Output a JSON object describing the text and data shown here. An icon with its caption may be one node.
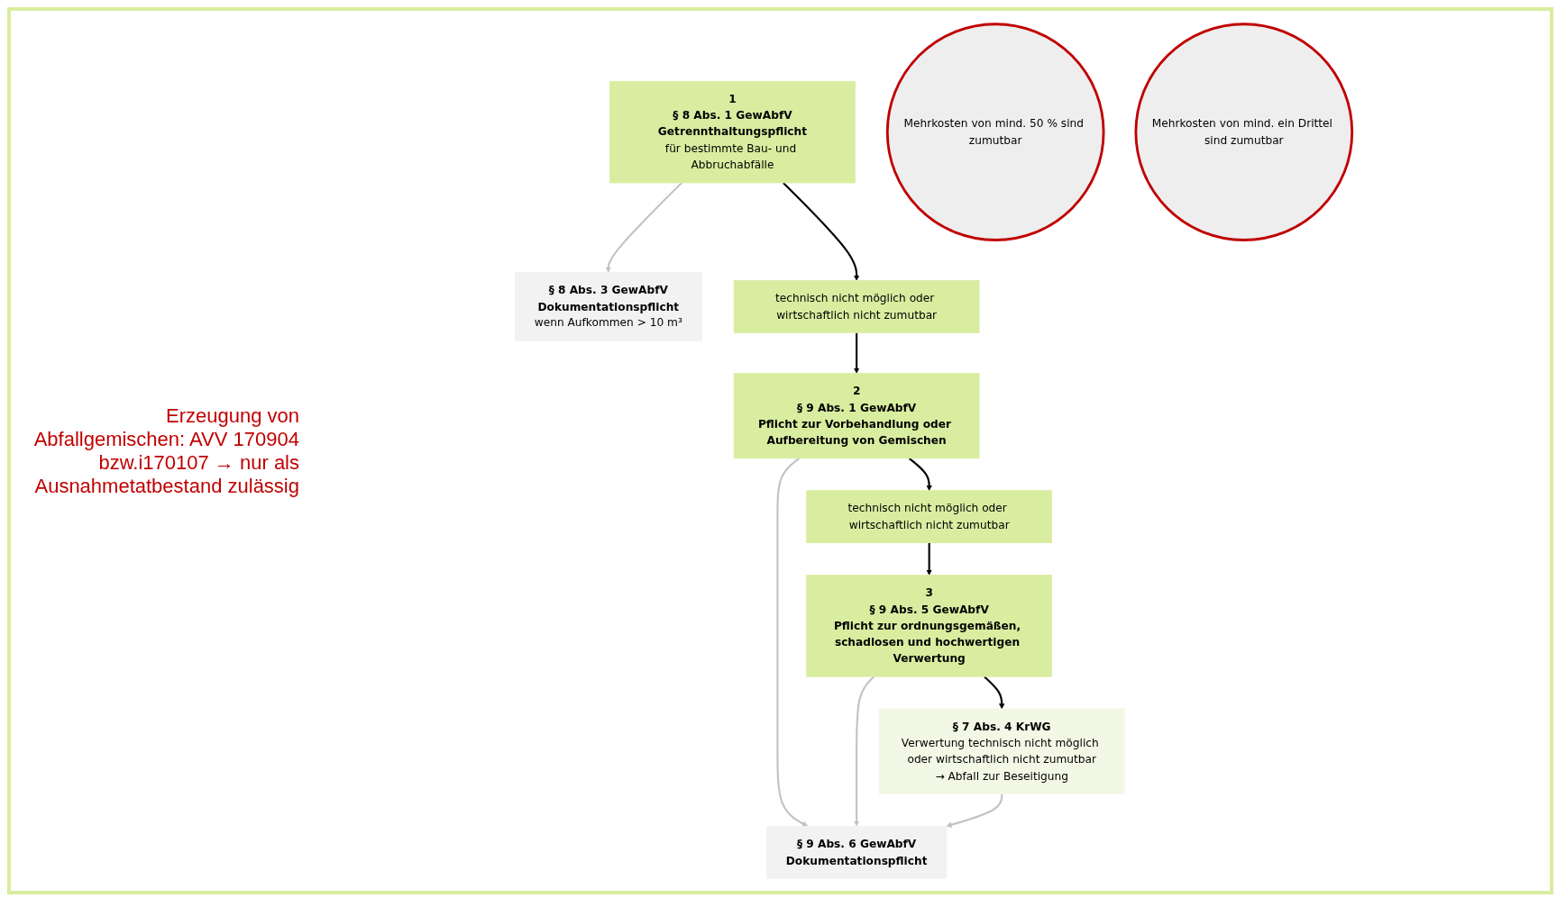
{
  "diagram": {
    "nodes": [
      {
        "text": [
          "1",
          "§ 8 Abs. 1 GewAbfV",
          "Getrennthaltungspflicht",
          "für bestimmte Bau- und Abbruchabfälle"
        ]
      },
      {
        "text": [
          "§ 8 Abs. 3 GewAbfV",
          "Dokumentationspflicht",
          "wenn Aufkommen > 10 m³"
        ]
      },
      {
        "text": [
          "Mehrkosten von mind. 50 % sind zumutbar"
        ]
      },
      {
        "text": [
          "technisch nicht möglich oder wirtschaftlich nicht zumutbar"
        ]
      },
      {
        "text": [
          "2",
          "§ 9 Abs. 1 GewAbfV",
          "Pflicht zur Vorbehandlung oder Aufbereitung von Gemischen"
        ]
      },
      {
        "text": [
          "technisch nicht möglich oder wirtschaftlich nicht zumutbar"
        ]
      },
      {
        "text": [
          "Mehrkosten von mind. ein Drittel sind zumutbar"
        ]
      },
      {
        "text": [
          "§ 9 Abs. 6 GewAbfV",
          "Dokumentationspflicht"
        ]
      },
      {
        "text": [
          "3",
          "§ 9 Abs. 5 GewAbfV",
          "Pflicht zur ordnungsgemäßen, schadlosen und hochwertigen Verwertung"
        ]
      },
      {
        "text": [
          "§ 7 Abs. 4 KrWG",
          "Verwertung technisch nicht möglich oder wirtschaftlich nicht zumutbar",
          "→ Abfall zur Beseitigung"
        ]
      }
    ],
    "edges": [
      {
        "from": 0,
        "to": 1,
        "arrow": "to",
        "color": "#bfc4c6"
      },
      {
        "from": 0,
        "to": 3,
        "arrow": "to"
      },
      {
        "from": 3,
        "to": 4,
        "arrow": "to"
      },
      {
        "from": 4,
        "to": 5,
        "arrow": "to"
      },
      {
        "from": 4,
        "to": 7,
        "arrow": "to",
        "color": "#bfc4c6"
      },
      {
        "from": 5,
        "to": 8,
        "arrow": "to"
      },
      {
        "from": 8,
        "to": 7,
        "arrow": "to",
        "color": "#bfc4c6"
      },
      {
        "from": 8,
        "to": 9,
        "arrow": "to"
      },
      {
        "from": 9,
        "to": 7,
        "arrow": "to",
        "color": "#bfc4c6"
      }
    ],
    "labels": [
      "Erzeugung von Abfallgemischen: AVV 170904 bzw.i170107 → nur als Ausnahmetatbestand zulässig"
    ]
  }
}
